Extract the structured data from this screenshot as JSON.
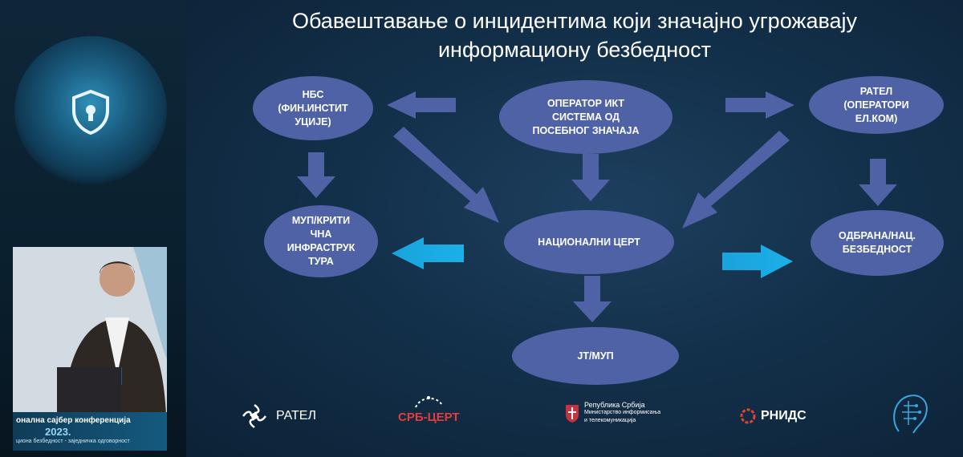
{
  "slide": {
    "title_line1": "Обавештавање о инцидентима који значајно угрожавају",
    "title_line2": "информациону безбедност"
  },
  "nodes": {
    "nbs": "НБС\n(ФИН.ИНСТИТ\nУЦИЈЕ)",
    "operator": "ОПЕРАТОР ИКТ\nСИСТЕМА ОД\nПОСЕБНОГ ЗНАЧАЈА",
    "ratel": "РАТЕЛ\n(ОПЕРАТОРИ\nЕЛ.КОМ)",
    "mup_ci": "МУП/КРИТИ\nЧНА\nИНФРАСТРУК\nТУРА",
    "cert": "НАЦИОНАЛНИ ЦЕРТ",
    "defense": "ОДБРАНА/НАЦ.\nБЕЗБЕДНОСТ",
    "jt_mup": "ЈТ/МУП"
  },
  "logos": {
    "ratel": "РАТЕЛ",
    "srb_cert": "СРБ-ЦЕРТ",
    "republic_line1": "Република Србија",
    "republic_line2": "Министарство информисања",
    "republic_line3": "и телекомуникација",
    "rnids": "РНИДС"
  },
  "conference": {
    "title": "онална сајбер конференција",
    "year": "2023.",
    "subtitle": "циона безбедност - заједничка одговорност"
  },
  "colors": {
    "node_fill": "#4f62a6",
    "arrow_fill": "#4f62a6",
    "highlight_arrow": "#1aa3dc"
  }
}
